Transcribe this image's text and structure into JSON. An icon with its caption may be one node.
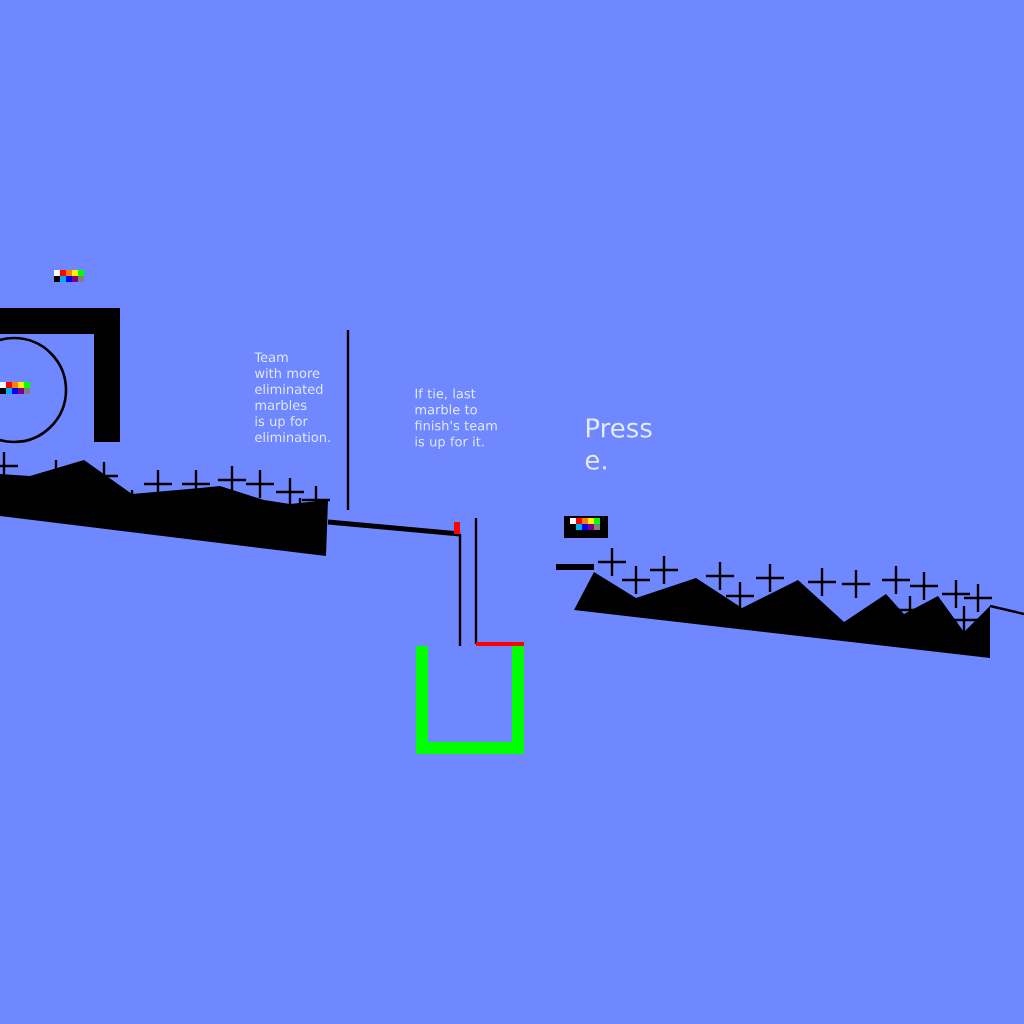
{
  "diagram": {
    "labels": [
      "Team with more eliminated marbles is up for elimination.",
      "If tie, last marble to finish's team is up for it.",
      "Press e."
    ]
  }
}
